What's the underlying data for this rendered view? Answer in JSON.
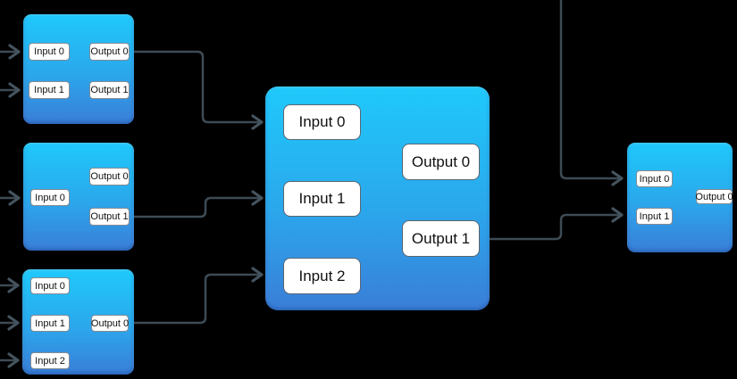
{
  "diagram": {
    "type": "node-graph",
    "background_color": "#000000",
    "node_gradient_top": "#1fc9fb",
    "node_gradient_bottom": "#3a7ed8",
    "edge_color": "#3d4b55",
    "arrowhead_color": "#45545f",
    "port_background": "#ffffff",
    "port_border": "#848b94",
    "port_text_color": "#111111"
  },
  "nodes": [
    {
      "id": "top-left",
      "inputs": [
        "Input 0",
        "Input 1"
      ],
      "outputs": [
        "Output 0",
        "Output 1"
      ]
    },
    {
      "id": "middle-left",
      "inputs": [
        "Input 0"
      ],
      "outputs": [
        "Output 0",
        "Output 1"
      ]
    },
    {
      "id": "bottom-left",
      "inputs": [
        "Input 0",
        "Input 1",
        "Input 2"
      ],
      "outputs": [
        "Output 0"
      ]
    },
    {
      "id": "center",
      "inputs": [
        "Input 0",
        "Input 1",
        "Input 2"
      ],
      "outputs": [
        "Output 0",
        "Output 1"
      ]
    },
    {
      "id": "right",
      "inputs": [
        "Input 0",
        "Input 1"
      ],
      "outputs": [
        "Output 0"
      ]
    }
  ],
  "edges": [
    {
      "from": "offscreen-left",
      "to": "top-left.Input 0"
    },
    {
      "from": "offscreen-left",
      "to": "top-left.Input 1"
    },
    {
      "from": "offscreen-left",
      "to": "middle-left.Input 0"
    },
    {
      "from": "offscreen-left",
      "to": "bottom-left.Input 0"
    },
    {
      "from": "offscreen-left",
      "to": "bottom-left.Input 1"
    },
    {
      "from": "offscreen-left",
      "to": "bottom-left.Input 2"
    },
    {
      "from": "top-left.Output 0",
      "to": "center.Input 0"
    },
    {
      "from": "middle-left.Output 1",
      "to": "center.Input 1"
    },
    {
      "from": "bottom-left.Output 0",
      "to": "center.Input 2"
    },
    {
      "from": "center.Output 1",
      "to": "right.Input 1"
    },
    {
      "from": "offscreen-top",
      "to": "right.Input 0"
    }
  ]
}
